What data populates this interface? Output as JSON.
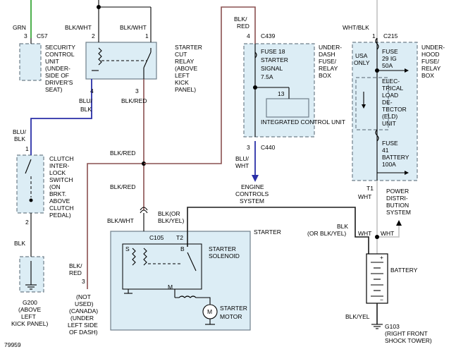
{
  "labels": {
    "grn": "GRN",
    "pin3_c57": "3",
    "c57": "C57",
    "security_unit": [
      "SECURITY",
      "CONTROL",
      "UNIT",
      "(UNDER-",
      "SIDE OF",
      "DRIVER'S",
      "SEAT)"
    ],
    "blk_wht_1": "BLK/WHT",
    "blk_wht_2": "BLK/WHT",
    "pin2_relay": "2",
    "pin1_relay": "1",
    "pin4_relay": "4",
    "pin3_relay": "3",
    "starter_cut_relay": [
      "STARTER",
      "CUT",
      "RELAY",
      "(ABOVE",
      "LEFT",
      "KICK",
      "PANEL)"
    ],
    "blu_blk_1": [
      "BLU/",
      "BLK"
    ],
    "blk_red_1": "BLK/RED",
    "blu_blk_2": [
      "BLU/",
      "BLK"
    ],
    "pin1_clutch": "1",
    "pin2_clutch": "2",
    "clutch_switch": [
      "CLUTCH",
      "INTER-",
      "LOCK",
      "SWITCH",
      "(ON",
      "BRKT.",
      "ABOVE",
      "CLUTCH",
      "PEDAL)"
    ],
    "blk_red_2": "BLK/RED",
    "blk_red_3": "BLK/RED",
    "blk_wht_3": "BLK/WHT",
    "blk_1": "BLK",
    "g200": [
      "G200",
      "(ABOVE",
      "LEFT",
      "KICK PANEL)"
    ],
    "blk_red_4": [
      "BLK/",
      "RED"
    ],
    "pin3_c105": "3",
    "not_used": [
      "(NOT",
      "USED)",
      "(CANADA)",
      "(UNDER",
      "LEFT SIDE",
      "OF DASH)"
    ],
    "blk_or_blk_yel": [
      "BLK(OR",
      "BLK/YEL)"
    ],
    "c105": "C105",
    "t2": "T2",
    "starter": "STARTER",
    "s": "S",
    "b": "B",
    "m": "M",
    "starter_solenoid": [
      "STARTER",
      "SOLENOID"
    ],
    "starter_motor": [
      "STARTER",
      "MOTOR"
    ],
    "motor_symbol": "M",
    "blk_red_5": [
      "BLK/",
      "RED"
    ],
    "pin4_c439": "4",
    "c439": "C439",
    "fuse18": [
      "FUSE 18",
      "STARTER",
      "SIGNAL",
      "7.5A"
    ],
    "underdash_box": [
      "UNDER-",
      "DASH",
      "FUSE/",
      "RELAY",
      "BOX"
    ],
    "pin13": "13",
    "integrated_cu": "INTEGRATED CONTROL UNIT",
    "pin3_c440": "3",
    "c440": "C440",
    "blu_wht": [
      "BLU/",
      "WHT"
    ],
    "engine_controls": [
      "ENGINE",
      "CONTROLS",
      "SYSTEM"
    ],
    "wht_blk": "WHT/BLK",
    "pin1_c215": "1",
    "c215": "C215",
    "usa_only": [
      "USA",
      "ONLY"
    ],
    "fuse29": [
      "FUSE",
      "29 IG",
      "50A"
    ],
    "underhood_box": [
      "UNDER-",
      "HOOD",
      "FUSE/",
      "RELAY",
      "BOX"
    ],
    "eld": [
      "ELEC-",
      "TRICAL",
      "LOAD",
      "DE-",
      "TECTOR",
      "(ELD)",
      "UNIT"
    ],
    "fuse41": [
      "FUSE",
      "41",
      "BATTERY",
      "100A"
    ],
    "t1": "T1",
    "wht_1": "WHT",
    "power_dist": [
      "POWER",
      "DISTRI-",
      "BUTION",
      "SYSTEM"
    ],
    "blk_or_blk_yel_2": [
      "BLK",
      "(OR BLK/YEL)"
    ],
    "wht_2": "WHT",
    "wht_3": "WHT",
    "battery": "BATTERY",
    "blk_yel": "BLK/YEL",
    "g103": [
      "G103",
      "(RIGHT FRONT",
      "SHOCK TOWER)"
    ],
    "fig_num": "79959"
  },
  "colors": {
    "component_fill": "#dcedf5",
    "wire_blue": "#2a2fa8",
    "wire_red": "#8a5050",
    "wire_green": "#3aa83a",
    "wire_white": "#c8c8c8",
    "wire_black": "#1a1a1a"
  }
}
